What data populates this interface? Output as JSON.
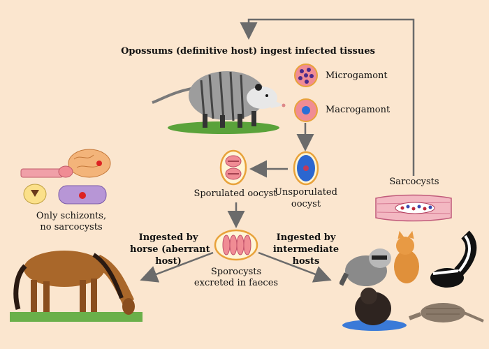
{
  "title": "Opossums (definitive host) ingest infected tissues",
  "stages": {
    "microgamont": "Microgamont",
    "macrogamont": "Macrogamont",
    "unsporulated_line1": "Unsporulated",
    "unsporulated_line2": "oocyst",
    "sporulated": "Sporulated oocyst",
    "sporocysts_line1": "Sporocysts",
    "sporocysts_line2": "excreted in faeces",
    "sarcocysts": "Sarcocysts"
  },
  "horse_path": {
    "line1": "Ingested by",
    "line2": "horse (aberrant",
    "line3": "host)"
  },
  "intermediate_path": {
    "line1": "Ingested by",
    "line2": "intermediate",
    "line3": "hosts"
  },
  "horse_note": {
    "line1": "Only schizonts,",
    "line2": "no sarcocysts"
  },
  "colors": {
    "background": "#fbe6cf",
    "arrow": "#6b6b6b",
    "cell_ring": "#e8a23a",
    "cell_fill": "#f08c94"
  }
}
